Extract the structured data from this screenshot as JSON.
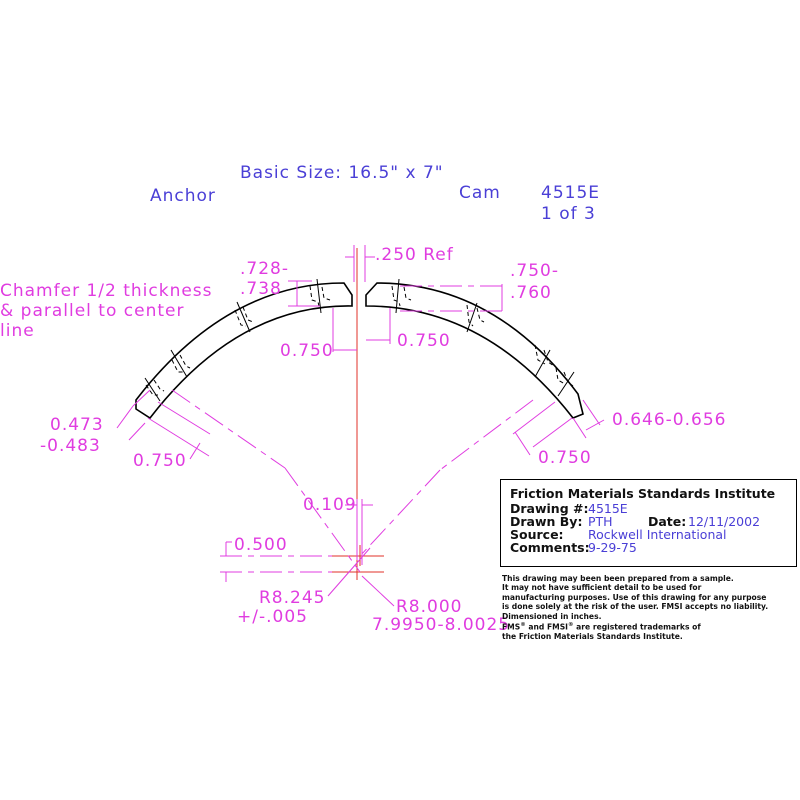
{
  "header": {
    "basic_size": "Basic Size: 16.5\" x 7\"",
    "left_label": "Anchor",
    "right_label": "Cam",
    "drawing_number": "4515E",
    "sheet": "1 of 3"
  },
  "notes": {
    "chamfer_line1": "Chamfer 1/2 thickness",
    "chamfer_line2": "& parallel to center",
    "chamfer_line3": "line"
  },
  "dimensions": {
    "gap_ref": ".250 Ref",
    "left_thickness_a": ".728-",
    "left_thickness_b": ".738",
    "right_thickness_a": ".750-",
    "right_thickness_b": ".760",
    "left_inner_offset": "0.750",
    "right_inner_offset": "0.750",
    "left_end_a": "0.473",
    "left_end_b": "-0.483",
    "left_end_width": "0.750",
    "right_end": "0.646-0.656",
    "right_end_width": "0.750",
    "center_offset_x": "0.109",
    "center_offset_y": "0.500",
    "outer_radius": "R8.245",
    "outer_tol": "+/-.005",
    "inner_radius": "R8.000",
    "inner_range": "7.9950-8.0025"
  },
  "title_block": {
    "organization": "Friction Materials Standards Institute",
    "drawing_label": "Drawing #:",
    "drawing_value": "4515E",
    "drawn_by_label": "Drawn By:",
    "drawn_by_value": "PTH",
    "date_label": "Date:",
    "date_value": "12/11/2002",
    "source_label": "Source:",
    "source_value": "Rockwell International",
    "comments_label": "Comments:",
    "comments_value": "9-29-75"
  },
  "disclaimer": {
    "line1": "This drawing may been been prepared from a sample.",
    "line2": "It may not have sufficient detail to be used for",
    "line3": "manufacturing purposes.  Use of this drawing for any purpose",
    "line4": "is done solely at the risk of the user. FMSI accepts no liability.",
    "line5": "Dimensioned in inches.",
    "line6a": "FMS",
    "line6b": " and FMSI",
    "line6c": " are registered trademarks of",
    "line7": "the Friction Materials Standards Institute.",
    "reg_mark": "®"
  },
  "colors": {
    "annotation_blue": "#4a3fd6",
    "dimension_magenta": "#e03ce0",
    "centerline_red": "#e0302a",
    "part_outline": "#000000"
  }
}
